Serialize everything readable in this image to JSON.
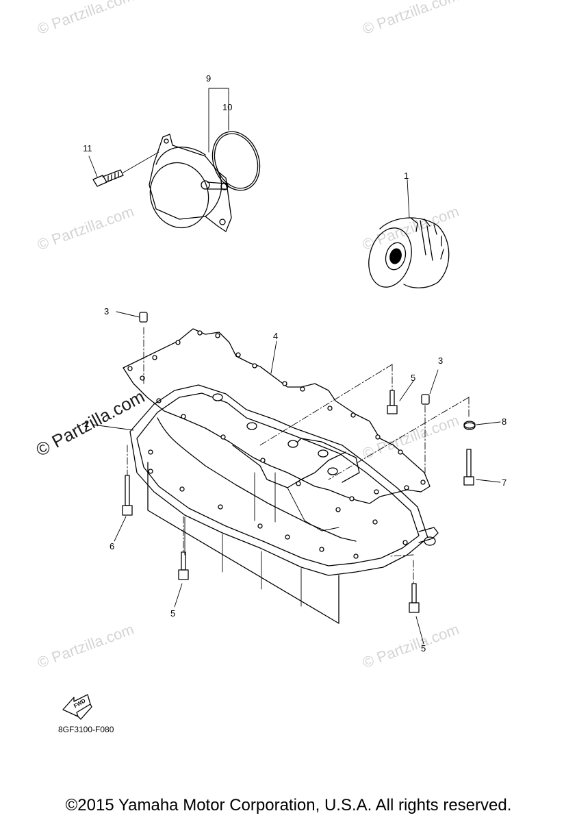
{
  "watermark": "© Partzilla.com",
  "callouts": {
    "c1": "1",
    "c2": "2",
    "c3a": "3",
    "c3b": "3",
    "c4": "4",
    "c5a": "5",
    "c5b": "5",
    "c5c": "5",
    "c6": "6",
    "c7": "7",
    "c8": "8",
    "c9": "9",
    "c10": "10",
    "c11": "11"
  },
  "fwd_label": "FWD",
  "part_code": "8GF3100-F080",
  "copyright": "©2015 Yamaha Motor Corporation, U.S.A. All rights reserved."
}
